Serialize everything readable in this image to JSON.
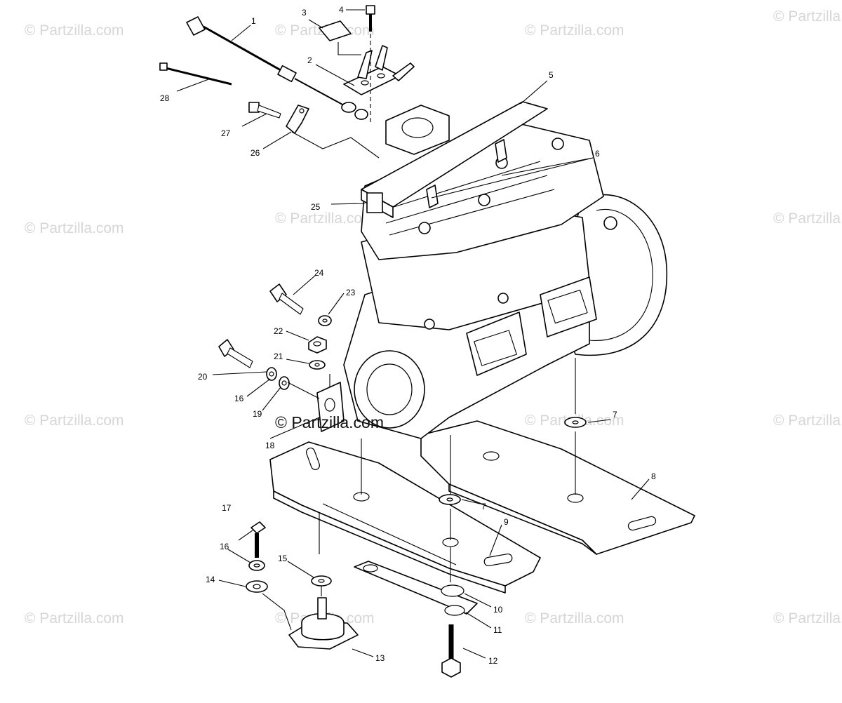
{
  "watermark": {
    "text": "© Partzilla.com",
    "center_text": "© Partzilla.com",
    "color": "#d6d6d6"
  },
  "callouts": [
    "1",
    "2",
    "3",
    "4",
    "5",
    "6",
    "7",
    "8",
    "9",
    "10",
    "11",
    "12",
    "13",
    "14",
    "15",
    "16",
    "17",
    "18",
    "19",
    "20",
    "21",
    "22",
    "23",
    "24",
    "25",
    "26",
    "27",
    "28"
  ],
  "callout_seven_repeat": "7",
  "callout_sixteen_repeat": "16"
}
